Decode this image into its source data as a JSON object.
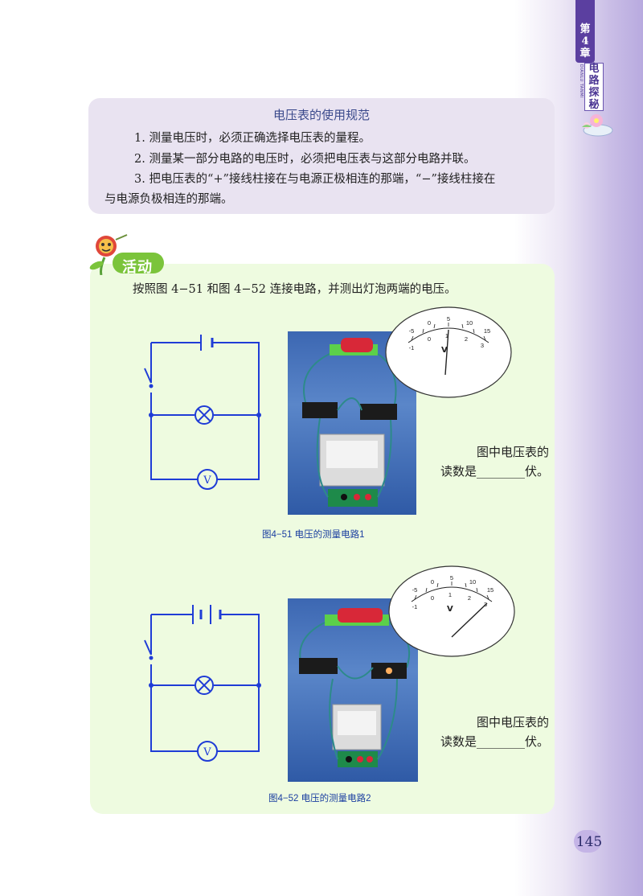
{
  "chapter": {
    "tab_line1": "第",
    "tab_line2": "4",
    "tab_line3": "章",
    "title_line1": "电",
    "title_line2": "路",
    "title_line3": "探",
    "title_line4": "秘",
    "pinyin": "DIANLU TANMI"
  },
  "rules": {
    "title": "电压表的使用规范",
    "item1": "1.  测量电压时，必须正确选择电压表的量程。",
    "item2": "2.  测量某一部分电路的电压时，必须把电压表与这部分电路并联。",
    "item3a": "3.  把电压表的“+”接线柱接在与电源正极相连的那端，“−”接线柱接在",
    "item3b": "与电源负极相连的那端。"
  },
  "activity": {
    "label": "活动",
    "instruction": "按照图 4−51 和图 4−52 连接电路，并测出灯泡两端的电压。"
  },
  "figures": [
    {
      "caption": "图4−51   电压的测量电路1",
      "question_line1": "图中电压表的",
      "question_line2": "读数是________伏。",
      "meter_symbol": "V",
      "scale_top": [
        "-5",
        "0",
        "5",
        "10",
        "15"
      ],
      "scale_bottom": [
        "-1",
        "0",
        "1",
        "2",
        "3"
      ],
      "circuit_meter_label": "V"
    },
    {
      "caption": "图4−52   电压的测量电路2",
      "question_line1": "图中电压表的",
      "question_line2": "读数是________伏。",
      "meter_symbol": "V",
      "scale_top": [
        "-5",
        "0",
        "5",
        "10",
        "15"
      ],
      "scale_bottom": [
        "-1",
        "0",
        "1",
        "2",
        "3"
      ],
      "circuit_meter_label": "V"
    }
  ],
  "page_number": "145",
  "colors": {
    "circuit": "#1f3cd6",
    "accent": "#5b3fa0",
    "rules_bg": "#e9e3f1",
    "activity_bg": "#eefbe0"
  }
}
